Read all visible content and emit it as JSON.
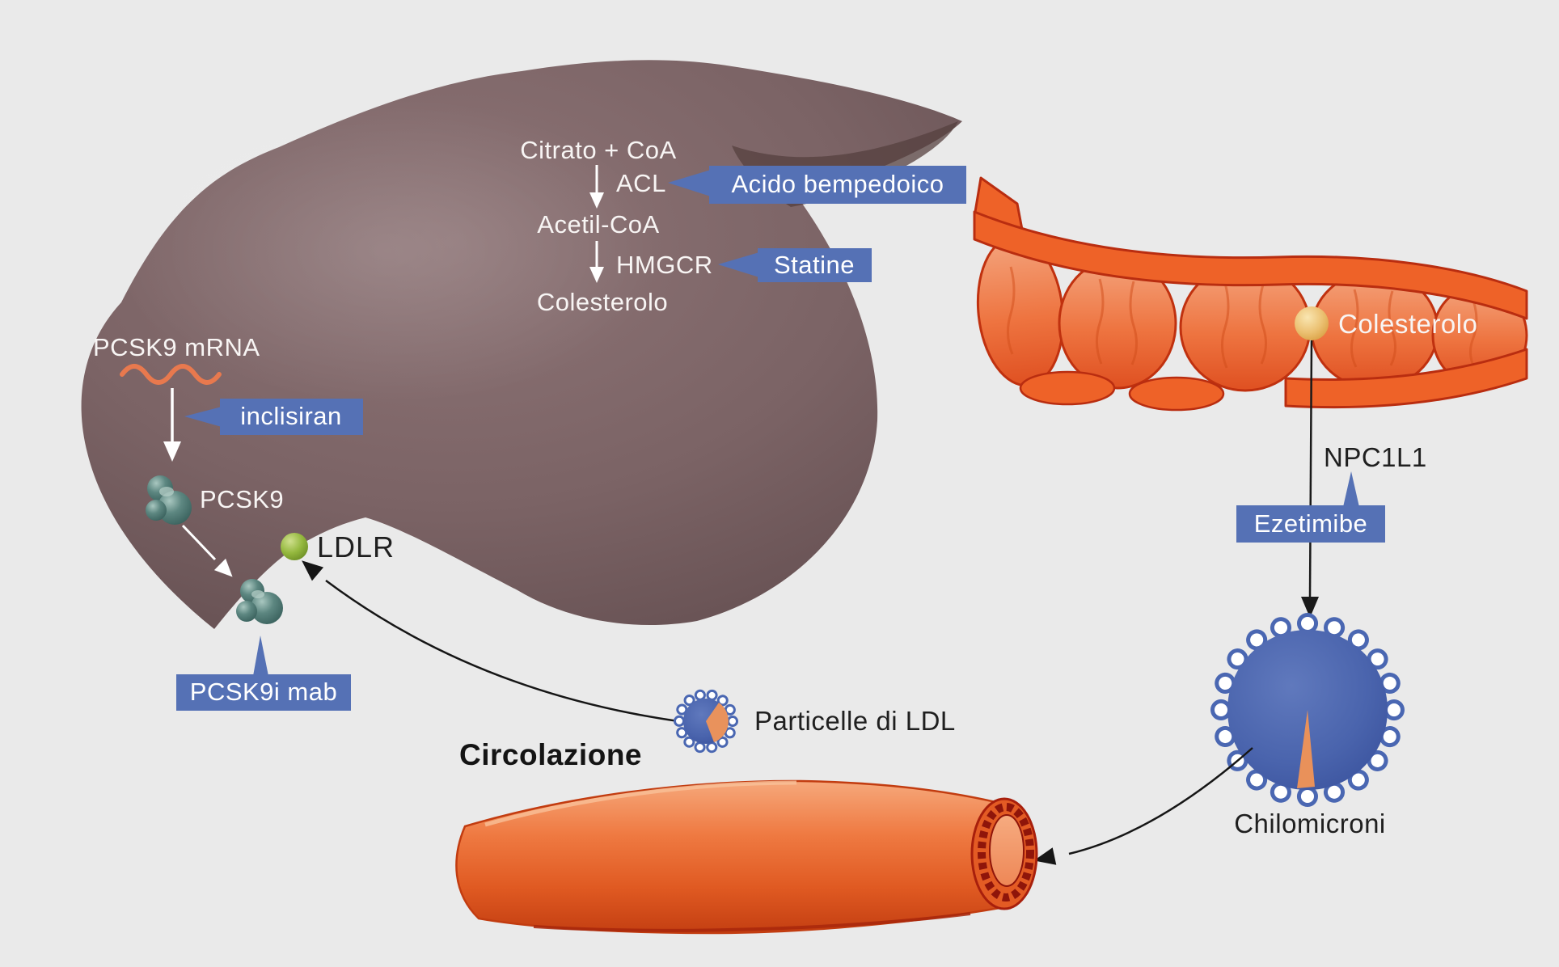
{
  "figure": {
    "background": "#eaeaea",
    "liver": {
      "pathway": {
        "substrate": "Citrato + CoA",
        "enzyme_acl": "ACL",
        "intermediate": "Acetil-CoA",
        "enzyme_hmgcr": "HMGCR",
        "product": "Colesterolo"
      },
      "mrna_label": "PCSK9 mRNA",
      "pcsk9_label": "PCSK9",
      "ldlr_label": "LDLR"
    },
    "drugs": {
      "acl_inhibitor": "Acido bempedoico",
      "hmgcr_inhibitor": "Statine",
      "sirna": "inclisiran",
      "antibody": "PCSK9i mab",
      "npc1l1_inhibitor": "Ezetimibe"
    },
    "intestine": {
      "cholesterol_label": "Colesterolo",
      "transporter_label": "NPC1L1"
    },
    "circulation": {
      "label": "Circolazione",
      "ldl_particle_label": "Particelle di LDL",
      "chylomicron_label": "Chilomicroni"
    },
    "colors": {
      "label_blue": "#5571b5",
      "liver_mauve": "#7b6365",
      "intestine_orange": "#ed6a35",
      "chylomicron_blue": "#4a64ad",
      "pcsk9_teal": "#5d8781",
      "ldlr_green": "#94b83e",
      "cholesterol_gold": "#ecc274",
      "mrna_orange": "#e8794e"
    }
  }
}
